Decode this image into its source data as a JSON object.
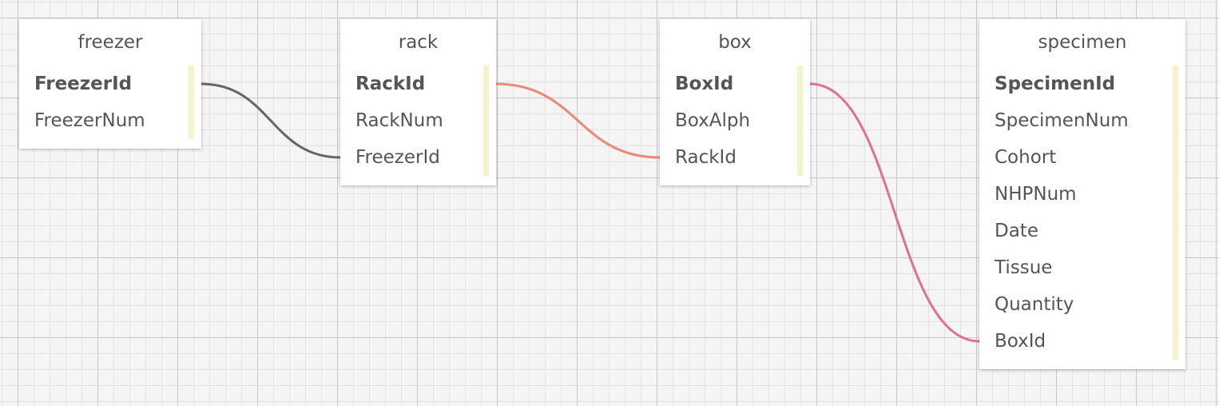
{
  "tables": [
    {
      "id": "freezer",
      "name": "freezer",
      "fields": [
        {
          "label": "FreezerId",
          "primary": true
        },
        {
          "label": "FreezerNum",
          "primary": false
        }
      ]
    },
    {
      "id": "rack",
      "name": "rack",
      "fields": [
        {
          "label": "RackId",
          "primary": true
        },
        {
          "label": "RackNum",
          "primary": false
        },
        {
          "label": "FreezerId",
          "primary": false
        }
      ]
    },
    {
      "id": "box",
      "name": "box",
      "fields": [
        {
          "label": "BoxId",
          "primary": true
        },
        {
          "label": "BoxAlph",
          "primary": false
        },
        {
          "label": "RackId",
          "primary": false
        }
      ]
    },
    {
      "id": "specimen",
      "name": "specimen",
      "fields": [
        {
          "label": "SpecimenId",
          "primary": true
        },
        {
          "label": "SpecimenNum",
          "primary": false
        },
        {
          "label": "Cohort",
          "primary": false
        },
        {
          "label": "NHPNum",
          "primary": false
        },
        {
          "label": "Date",
          "primary": false
        },
        {
          "label": "Tissue",
          "primary": false
        },
        {
          "label": "Quantity",
          "primary": false
        },
        {
          "label": "BoxId",
          "primary": false
        }
      ]
    }
  ],
  "relationships": [
    {
      "from_table": "freezer",
      "from_field": "FreezerId",
      "to_table": "rack",
      "to_field": "FreezerId",
      "color": "#666666"
    },
    {
      "from_table": "rack",
      "from_field": "RackId",
      "to_table": "box",
      "to_field": "RackId",
      "color": "#ec8878"
    },
    {
      "from_table": "box",
      "from_field": "BoxId",
      "to_table": "specimen",
      "to_field": "BoxId",
      "color": "#e07090"
    }
  ]
}
